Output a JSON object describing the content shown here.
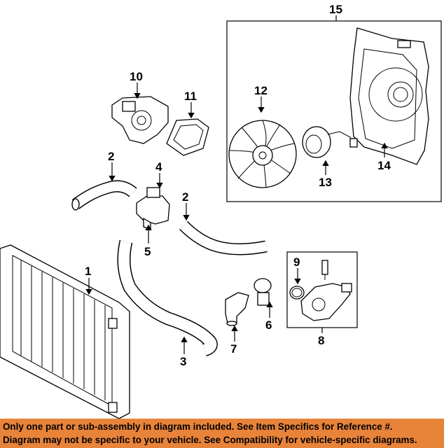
{
  "diagram": {
    "callouts": {
      "c1": "1",
      "c2a": "2",
      "c2b": "2",
      "c3": "3",
      "c4": "4",
      "c5": "5",
      "c6": "6",
      "c7": "7",
      "c8": "8",
      "c9": "9",
      "c10": "10",
      "c11": "11",
      "c12": "12",
      "c13": "13",
      "c14": "14",
      "c15": "15"
    }
  },
  "footer": {
    "line1": "Only one part or sub-assembly in diagram included. See Item Specifics for Reference #.",
    "line2": "Diagram may not be specific to your vehicle. See Compatibility for vehicle-specific diagrams.",
    "background": "#e8833a"
  }
}
